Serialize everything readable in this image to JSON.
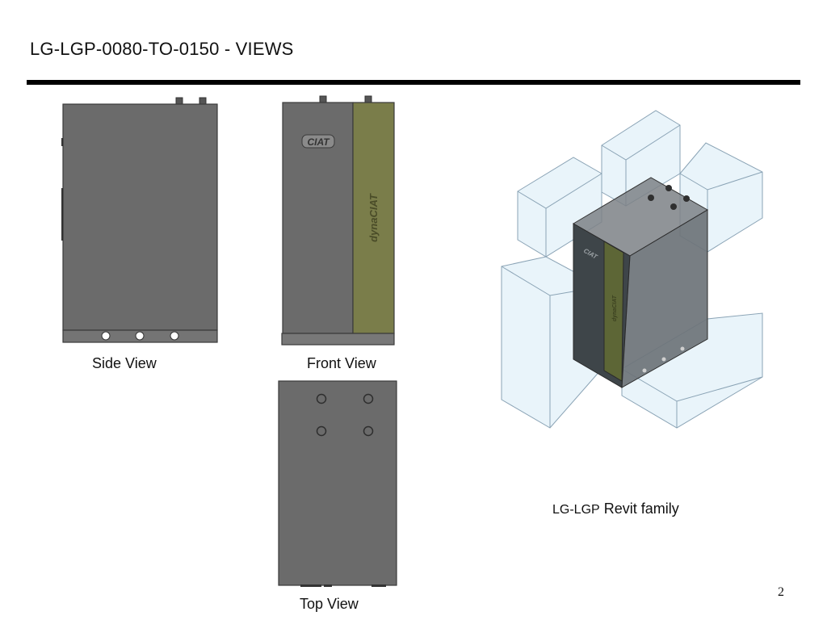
{
  "header": {
    "title": "LG-LGP-0080-TO-0150 - VIEWS"
  },
  "views": {
    "side_label": "Side View",
    "front_label": "Front View",
    "top_label": "Top View"
  },
  "front": {
    "brand_logo": "CIAT",
    "panel_brand": "dynaCIAT"
  },
  "iso": {
    "caption_code": "LG-LGP",
    "caption_text": " Revit family",
    "logo": "CIAT",
    "panel_brand": "dynaCIAT"
  },
  "page": {
    "number": "2"
  },
  "colors": {
    "body": "#6b6b6b",
    "panel": "#7a7d4a",
    "clearance": "#cfe6f3",
    "rule": "#000000"
  }
}
